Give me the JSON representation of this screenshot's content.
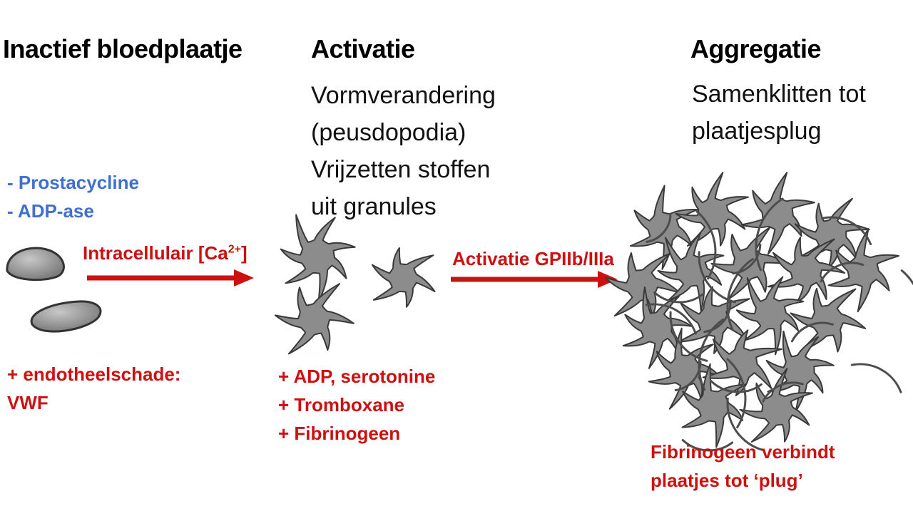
{
  "stage1": {
    "heading": "Inactief bloedplaatje",
    "inhibitors": [
      "- Prostacycline",
      "- ADP-ase"
    ],
    "trigger": [
      "+ endotheelschade:",
      "VWF"
    ]
  },
  "arrow1": {
    "label_prefix": "Intracellulair [Ca",
    "label_sup": "2+",
    "label_suffix": "]"
  },
  "stage2": {
    "heading": "Activatie",
    "description": [
      "Vormverandering",
      "(peusdopodia)",
      "Vrijzetten stoffen",
      "uit granules"
    ],
    "released": [
      "+ ADP, serotonine",
      "+ Tromboxane",
      "+ Fibrinogeen"
    ]
  },
  "arrow2": {
    "label": "Activatie GPIIb/IIIa"
  },
  "stage3": {
    "heading": "Aggregatie",
    "description": [
      "Samenklitten tot",
      "plaatjesplug"
    ],
    "note": [
      "Fibrinogeen verbindt",
      "plaatjes tot ‘plug’"
    ]
  },
  "colors": {
    "arrow": "#cc1111",
    "inhibitor_text": "#3f6fcf",
    "platelet_fill": "#8c8c8c",
    "platelet_stroke": "#3a3a3a"
  }
}
